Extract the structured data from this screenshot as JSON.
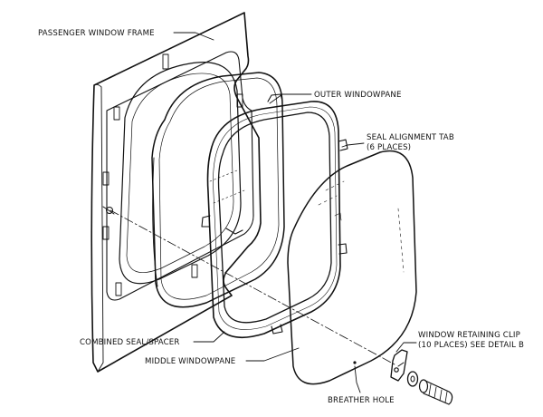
{
  "labels": {
    "passenger_window_frame": "PASSENGER WINDOW FRAME",
    "outer_windowpane": "OUTER WINDOWPANE",
    "seal_alignment_tab": "SEAL ALIGNMENT TAB",
    "seal_alignment_tab_note": "(6 PLACES)",
    "combined_seal_spacer": "COMBINED SEAL/SPACER",
    "middle_windowpane": "MIDDLE WINDOWPANE",
    "window_retaining_clip": "WINDOW RETAINING CLIP",
    "window_retaining_clip_note": "(10 PLACES) SEE DETAIL B",
    "breather_hole": "BREATHER HOLE"
  }
}
